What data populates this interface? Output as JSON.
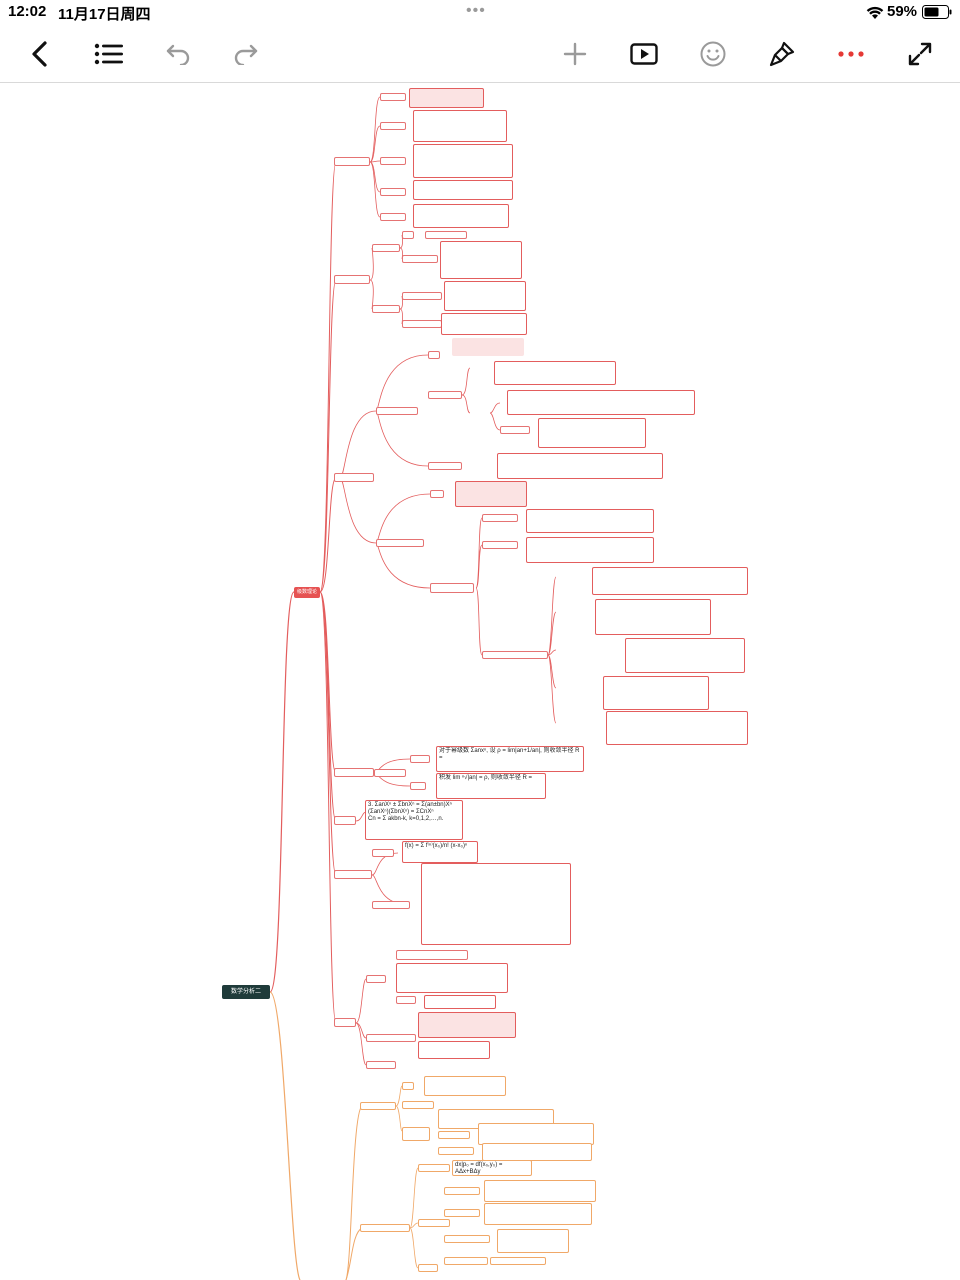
{
  "status_bar": {
    "time": "12:02",
    "date": "11月17日周四",
    "battery": "59%"
  },
  "toolbar": {
    "icons": [
      "back-chevron-icon",
      "outline-list-icon",
      "undo-icon",
      "redo-icon",
      "add-icon",
      "present-icon",
      "emoji-icon",
      "format-brush-icon",
      "more-icon",
      "fullscreen-icon"
    ],
    "accent": "#e53935"
  },
  "mindmap": {
    "root": "数学分析二",
    "main_branch": "级数理论",
    "formulas": [
      "对于幂级数 Σanxⁿ, 设 ρ = lim|an+1/an|, 则收敛半径 R =",
      "积发 lim ⁿ√|an| = ρ, 则收敛半径 R =",
      "3. ΣanXⁿ ± ΣbnXⁿ = Σ(an±bn)Xⁿ",
      "(ΣanXⁿ)(ΣbnXⁿ) = ΣCnXⁿ",
      "Cn = Σ akbn-k, k=0,1,2,…,n.",
      "f(x) = Σ f⁽ⁿ⁾(x₀)/n! (x-x₀)ⁿ",
      "dx|p₀ = df(x₀,y₀) = AΔx+BΔy"
    ]
  },
  "colors": {
    "red_branch": "#e35d5d",
    "orange_branch": "#f0a868",
    "root_bg": "#1f3b3a"
  }
}
